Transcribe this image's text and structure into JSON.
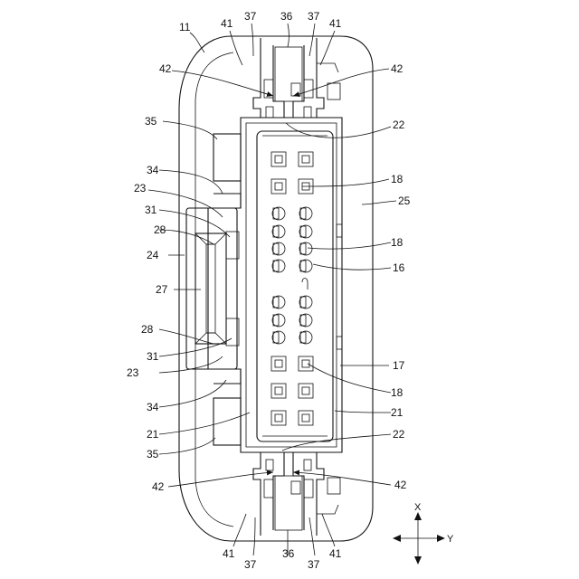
{
  "figure": {
    "labels": {
      "l11": "11",
      "l36": "36",
      "l37": "37",
      "l41": "41",
      "l42": "42",
      "l35": "35",
      "l22": "22",
      "l34": "34",
      "l18": "18",
      "l23": "23",
      "l25": "25",
      "l31": "31",
      "l28": "28",
      "l24": "24",
      "l16": "16",
      "l27": "27",
      "l17": "17",
      "l21": "21"
    },
    "axes": {
      "x": "X",
      "y": "Y"
    }
  }
}
